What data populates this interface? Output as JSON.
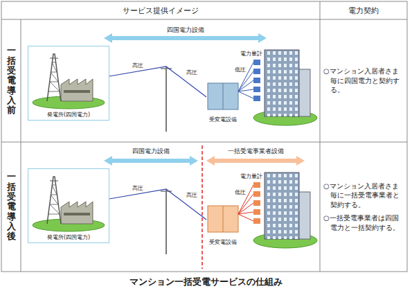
{
  "diagram": {
    "caption": "マンション一括受電サービスの仕組み",
    "nodes": [
      {
        "text": [
          "サービス提供イメージ"
        ]
      },
      {
        "text": [
          "電力契約"
        ]
      },
      {
        "text": [
          "一括受電導入前"
        ]
      },
      {
        "text": [
          "発電所(四国電力)"
        ]
      },
      {
        "text": [
          "受変電設備"
        ]
      },
      {
        "text": [
          "○マンション入居者さま毎に四国電力と契約する。"
        ]
      },
      {
        "text": [
          "一括受電導入後"
        ]
      },
      {
        "text": [
          "発電所(四国電力)"
        ]
      },
      {
        "text": [
          "受変電設備"
        ]
      },
      {
        "text": [
          "○マンション入居者さま毎に一括受電事業者と契約する。",
          "○一括受電事業者は四国電力と一括契約する。"
        ]
      }
    ],
    "edges": [
      {
        "from": 3,
        "to": 4,
        "label": "高圧",
        "arrow": "none"
      },
      {
        "from": 7,
        "to": 8,
        "label": "高圧",
        "arrow": "none"
      }
    ],
    "labels": [
      "四国電力設備",
      "電力量計",
      "低圧",
      "高圧",
      "四国電力設備",
      "一括受電事業者設備",
      "電力量計",
      "低圧",
      "高圧"
    ]
  }
}
